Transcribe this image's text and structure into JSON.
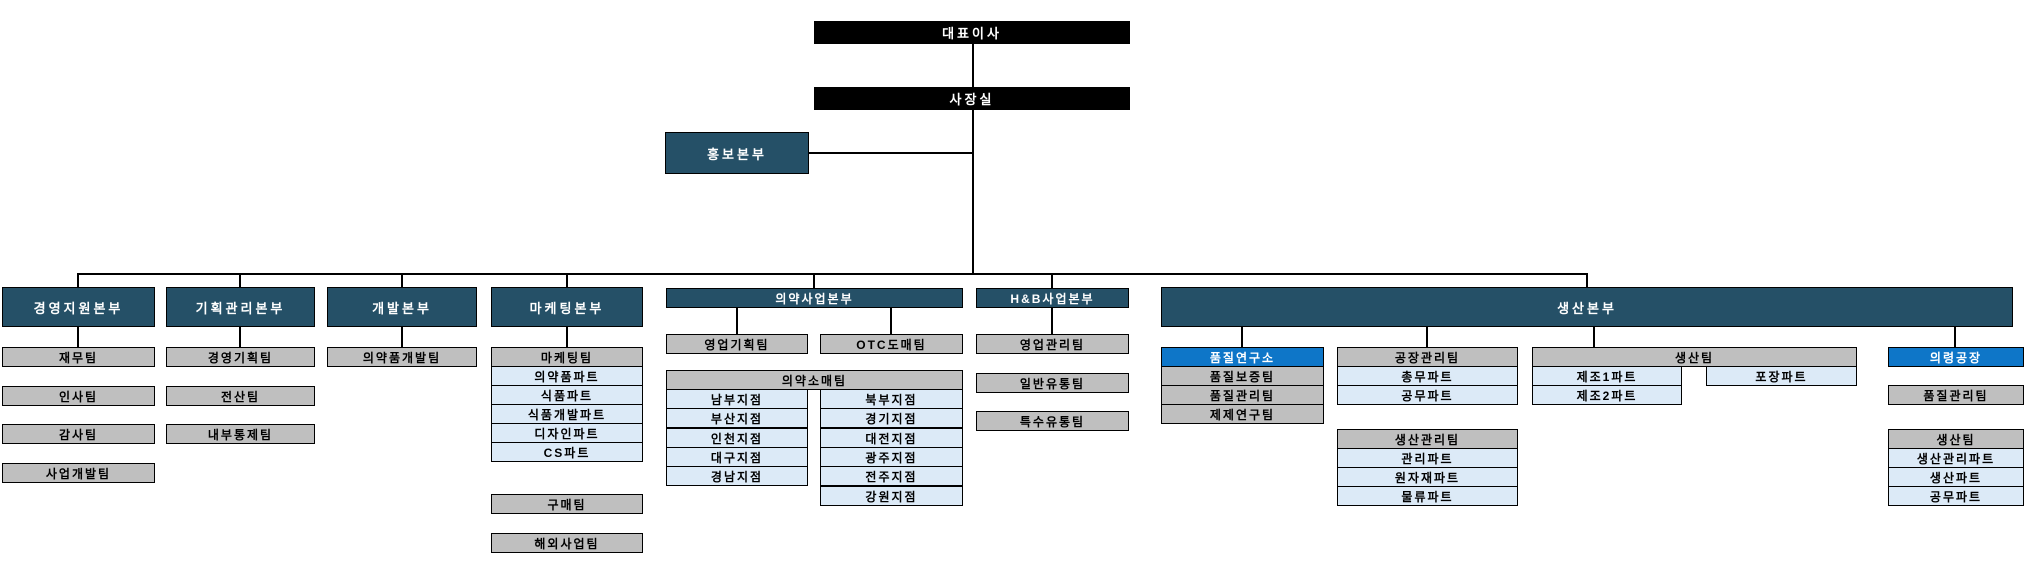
{
  "colors": {
    "top_box": "#000000",
    "division_header": "#255067",
    "highlight_blue": "#0E76C8",
    "team_gray": "#BFBFBF",
    "part_light_blue": "#DCEAF7",
    "connector": "#000000"
  },
  "chart": {
    "ceo": "대표이사",
    "president_office": "사장실",
    "pr_division": "홍보본부",
    "divisions": {
      "management_support": {
        "label": "경영지원본부",
        "teams": [
          "재무팀",
          "인사팀",
          "감사팀",
          "사업개발팀"
        ]
      },
      "planning_management": {
        "label": "기획관리본부",
        "teams": [
          "경영기획팀",
          "전산팀",
          "내부통제팀"
        ]
      },
      "development": {
        "label": "개발본부",
        "teams": [
          "의약품개발팀"
        ]
      },
      "marketing": {
        "label": "마케팅본부",
        "team": "마케팅팀",
        "parts": [
          "의약품파트",
          "식품파트",
          "식품개발파트",
          "디자인파트",
          "CS파트"
        ],
        "extra_teams": [
          "구매팀",
          "해외사업팀"
        ]
      },
      "pharma_business": {
        "label": "의약사업본부",
        "teams": [
          "영업기획팀",
          "OTC도매팀"
        ],
        "retail_team": "의약소매팀",
        "branches_left": [
          "남부지점",
          "부산지점",
          "인천지점",
          "대구지점",
          "경남지점"
        ],
        "branches_right": [
          "북부지점",
          "경기지점",
          "대전지점",
          "광주지점",
          "전주지점",
          "강원지점"
        ]
      },
      "hnb_business": {
        "label": "H&B사업본부",
        "teams": [
          "영업관리팀",
          "일반유통팀",
          "특수유통팀"
        ]
      },
      "production": {
        "label": "생산본부",
        "quality_lab": {
          "label": "품질연구소",
          "teams": [
            "품질보증팀",
            "품질관리팀",
            "제제연구팀"
          ]
        },
        "factory_management": {
          "label": "공장관리팀",
          "parts": [
            "총무파트",
            "공무파트"
          ]
        },
        "production_management": {
          "label": "생산관리팀",
          "parts": [
            "관리파트",
            "원자재파트",
            "물류파트"
          ]
        },
        "production_team": {
          "label": "생산팀",
          "manufacturing_parts": [
            "제조1파트",
            "제조2파트"
          ],
          "packaging_parts": [
            "포장파트"
          ]
        },
        "uiryeong_factory": {
          "label": "의령공장",
          "quality_team": "품질관리팀",
          "production_team": {
            "label": "생산팀",
            "parts": [
              "생산관리파트",
              "생산파트",
              "공무파트"
            ]
          }
        }
      }
    }
  }
}
